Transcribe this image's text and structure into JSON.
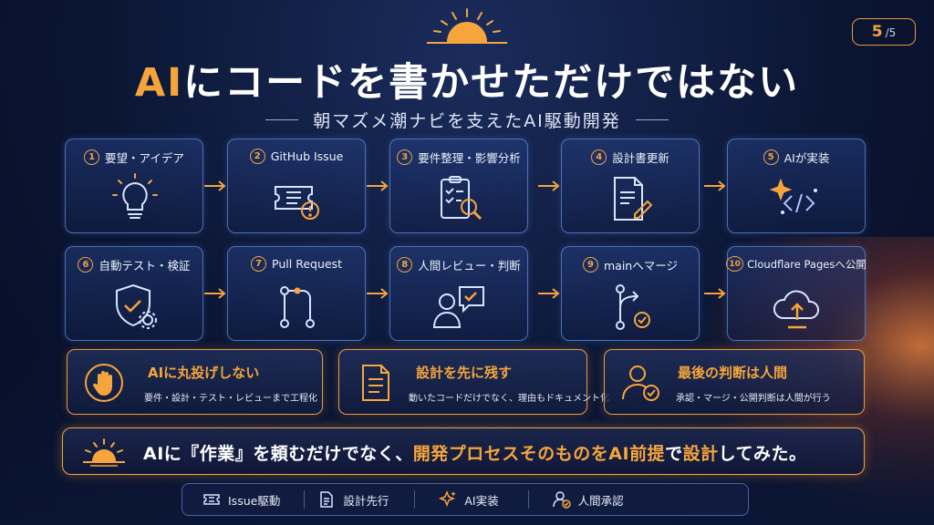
{
  "slide": {
    "page_current": "5",
    "page_total": "/5",
    "title_accent": "AI",
    "title_rest": "にコードを書かせただけではない",
    "subtitle": "朝マズメ潮ナビを支えたAI駆動開発"
  },
  "steps": [
    {
      "num": "1",
      "label": "要望・アイデア",
      "icon": "lightbulb-icon"
    },
    {
      "num": "2",
      "label": "GitHub Issue",
      "icon": "ticket-alert-icon"
    },
    {
      "num": "3",
      "label": "要件整理・影響分析",
      "icon": "clipboard-search-icon"
    },
    {
      "num": "4",
      "label": "設計書更新",
      "icon": "document-pencil-icon"
    },
    {
      "num": "5",
      "label": "AIが実装",
      "icon": "sparkle-code-icon"
    },
    {
      "num": "6",
      "label": "自動テスト・検証",
      "icon": "shield-check-gear-icon"
    },
    {
      "num": "7",
      "label": "Pull Request",
      "icon": "pull-request-icon"
    },
    {
      "num": "8",
      "label": "人間レビュー・判断",
      "icon": "person-chat-check-icon"
    },
    {
      "num": "9",
      "label": "mainへマージ",
      "icon": "merge-check-icon"
    },
    {
      "num": "10",
      "label": "Cloudflare Pagesへ公開",
      "icon": "cloud-upload-icon"
    }
  ],
  "principles": [
    {
      "title": "AIに丸投げしない",
      "desc": "要件・設計・テスト・レビューまで工程化",
      "icon": "hand-stop-icon"
    },
    {
      "title": "設計を先に残す",
      "desc": "動いたコードだけでなく、理由もドキュメント化",
      "icon": "document-icon"
    },
    {
      "title": "最後の判断は人間",
      "desc": "承認・マージ・公開判断は人間が行う",
      "icon": "person-check-icon"
    }
  ],
  "banner": {
    "part1": "AIに『作業』を頼むだけでなく、",
    "part2": "開発プロセスそのものを",
    "part3": "AI前提",
    "part4": "で",
    "part5": "設計",
    "part6": "してみた。",
    "icon": "sunrise-icon"
  },
  "footer": [
    {
      "label": "Issue駆動",
      "icon": "ticket-icon"
    },
    {
      "label": "設計先行",
      "icon": "document-icon"
    },
    {
      "label": "AI実装",
      "icon": "sparkle-icon"
    },
    {
      "label": "人間承認",
      "icon": "person-check-icon"
    }
  ],
  "colors": {
    "accent": "#f6a53c",
    "card_border": "#6e96e6",
    "background": "#0b1634"
  }
}
